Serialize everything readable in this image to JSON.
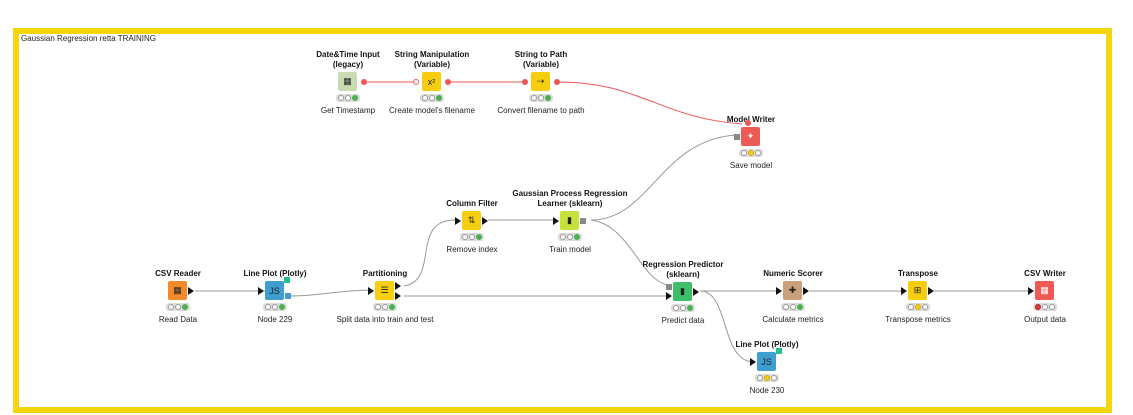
{
  "workflow_title": "Gaussian Regression retta TRAINING",
  "nodes": {
    "datetime_input": {
      "title": "Date&Time Input\n(legacy)",
      "comment": "Get Timestamp",
      "icon": "calendar-icon",
      "color": "#c9dbb0"
    },
    "string_manipulation": {
      "title": "String Manipulation\n(Variable)",
      "comment": "Create model's filename",
      "icon": "string-manipulation-icon",
      "color": "#f6ce0f"
    },
    "string_to_path": {
      "title": "String to Path\n(Variable)",
      "comment": "Convert filename to path",
      "icon": "path-icon",
      "color": "#f6ce0f"
    },
    "model_writer": {
      "title": "Model Writer",
      "comment": "Save model",
      "icon": "model-writer-icon",
      "color": "#ee5a55"
    },
    "column_filter": {
      "title": "Column Filter",
      "comment": "Remove index",
      "icon": "column-filter-icon",
      "color": "#f6ce0f"
    },
    "gpr_learner": {
      "title": "Gaussian Process Regression\nLearner (sklearn)",
      "comment": "Train model",
      "icon": "learner-icon",
      "color": "#c7e03a"
    },
    "csv_reader": {
      "title": "CSV Reader",
      "comment": "Read Data",
      "icon": "csv-reader-icon",
      "color": "#f28a2c"
    },
    "line_plot_1": {
      "title": "Line Plot (Plotly)",
      "comment": "Node 229",
      "icon": "js-icon",
      "color": "#3d9ecf"
    },
    "partitioning": {
      "title": "Partitioning",
      "comment": "Split data into train and test",
      "icon": "partitioning-icon",
      "color": "#f6ce0f"
    },
    "regression_predictor": {
      "title": "Regression Predictor\n(sklearn)",
      "comment": "Predict data",
      "icon": "predictor-icon",
      "color": "#3dbf6a"
    },
    "numeric_scorer": {
      "title": "Numeric Scorer",
      "comment": "Calculate metrics",
      "icon": "scorer-icon",
      "color": "#c9a07a"
    },
    "transpose": {
      "title": "Transpose",
      "comment": "Transpose metrics",
      "icon": "transpose-icon",
      "color": "#f6ce0f"
    },
    "csv_writer": {
      "title": "CSV Writer",
      "comment": "Output data",
      "icon": "csv-writer-icon",
      "color": "#ee5a55"
    },
    "line_plot_2": {
      "title": "Line Plot (Plotly)",
      "comment": "Node 230",
      "icon": "js-icon",
      "color": "#3d9ecf"
    }
  },
  "icon_glyphs": {
    "js": "JS"
  }
}
